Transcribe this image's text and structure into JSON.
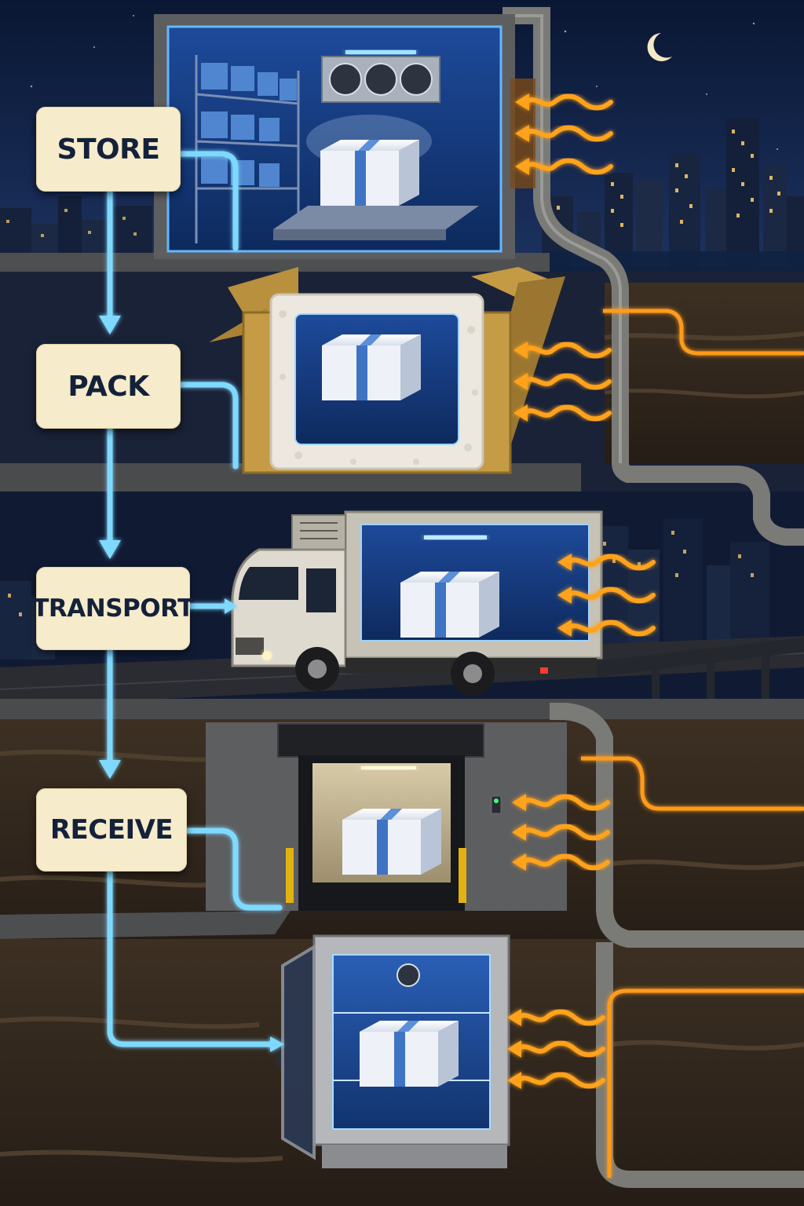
{
  "stages": [
    {
      "label": "STORE"
    },
    {
      "label": "PACK"
    },
    {
      "label": "TRANSPORT"
    },
    {
      "label": "RECEIVE"
    }
  ],
  "icons": [
    "moon-icon",
    "evaporator-fan-icon",
    "shipping-box-icon",
    "refrigerated-truck-icon",
    "loading-dock-icon",
    "refrigerator-icon",
    "heat-wave-arrow-icon",
    "flow-arrow-icon"
  ],
  "colors": {
    "night_sky": "#0b1a3a",
    "cold_glow": "#5fd0ff",
    "heat": "#ff9b1a",
    "label_bg": "#f6ebcb",
    "label_text": "#14213a",
    "concrete": "#6b6b68",
    "soil": "#3a2e22"
  }
}
